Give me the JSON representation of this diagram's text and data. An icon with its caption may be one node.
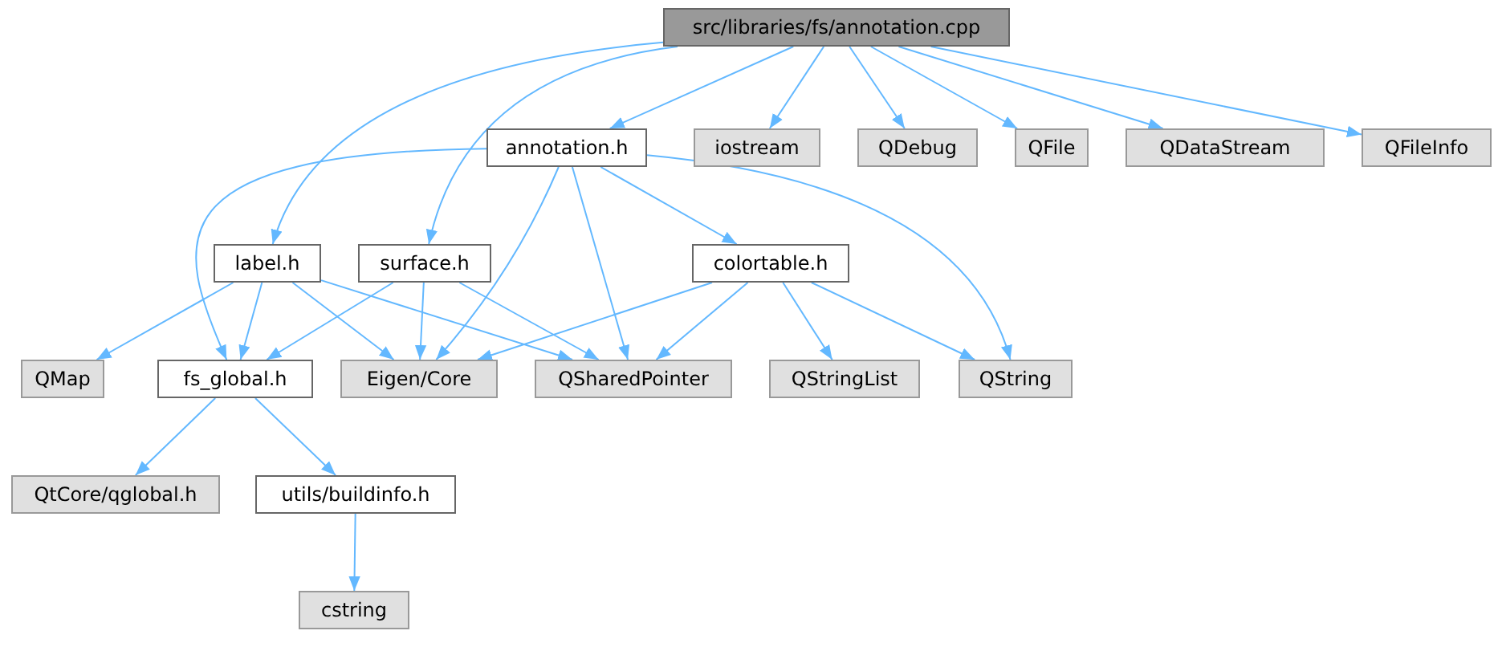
{
  "diagram": {
    "nodes": [
      {
        "text": [
          "src/libraries/fs/annotation.cpp"
        ]
      },
      {
        "text": [
          "annotation.h"
        ]
      },
      {
        "text": [
          "iostream"
        ]
      },
      {
        "text": [
          "QDebug"
        ]
      },
      {
        "text": [
          "QFile"
        ]
      },
      {
        "text": [
          "QDataStream"
        ]
      },
      {
        "text": [
          "QFileInfo"
        ]
      },
      {
        "text": [
          "label.h"
        ]
      },
      {
        "text": [
          "surface.h"
        ]
      },
      {
        "text": [
          "colortable.h"
        ]
      },
      {
        "text": [
          "QMap"
        ]
      },
      {
        "text": [
          "fs_global.h"
        ]
      },
      {
        "text": [
          "Eigen/Core"
        ]
      },
      {
        "text": [
          "QSharedPointer"
        ]
      },
      {
        "text": [
          "QStringList"
        ]
      },
      {
        "text": [
          "QString"
        ]
      },
      {
        "text": [
          "QtCore/qglobal.h"
        ]
      },
      {
        "text": [
          "utils/buildinfo.h"
        ]
      },
      {
        "text": [
          "cstring"
        ]
      }
    ],
    "edges": [
      {
        "from": 0,
        "to": 1,
        "arrow": "to"
      },
      {
        "from": 0,
        "to": 2,
        "arrow": "to"
      },
      {
        "from": 0,
        "to": 3,
        "arrow": "to"
      },
      {
        "from": 0,
        "to": 4,
        "arrow": "to"
      },
      {
        "from": 0,
        "to": 5,
        "arrow": "to"
      },
      {
        "from": 0,
        "to": 6,
        "arrow": "to"
      },
      {
        "from": 0,
        "to": 7,
        "arrow": "to"
      },
      {
        "from": 0,
        "to": 8,
        "arrow": "to"
      },
      {
        "from": 1,
        "to": 11,
        "arrow": "to"
      },
      {
        "from": 1,
        "to": 12,
        "arrow": "to"
      },
      {
        "from": 1,
        "to": 13,
        "arrow": "to"
      },
      {
        "from": 1,
        "to": 9,
        "arrow": "to"
      },
      {
        "from": 1,
        "to": 15,
        "arrow": "to"
      },
      {
        "from": 7,
        "to": 10,
        "arrow": "to"
      },
      {
        "from": 7,
        "to": 11,
        "arrow": "to"
      },
      {
        "from": 7,
        "to": 12,
        "arrow": "to"
      },
      {
        "from": 7,
        "to": 13,
        "arrow": "to"
      },
      {
        "from": 8,
        "to": 11,
        "arrow": "to"
      },
      {
        "from": 8,
        "to": 12,
        "arrow": "to"
      },
      {
        "from": 8,
        "to": 13,
        "arrow": "to"
      },
      {
        "from": 9,
        "to": 12,
        "arrow": "to"
      },
      {
        "from": 9,
        "to": 13,
        "arrow": "to"
      },
      {
        "from": 9,
        "to": 14,
        "arrow": "to"
      },
      {
        "from": 9,
        "to": 15,
        "arrow": "to"
      },
      {
        "from": 11,
        "to": 16,
        "arrow": "to"
      },
      {
        "from": 11,
        "to": 17,
        "arrow": "to"
      },
      {
        "from": 17,
        "to": 18,
        "arrow": "to"
      }
    ]
  }
}
